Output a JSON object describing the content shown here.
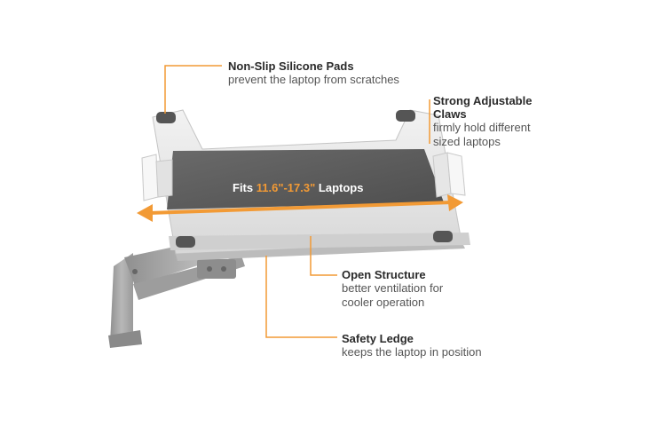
{
  "colors": {
    "accent": "#f29a35",
    "tray": "#e4e4e4",
    "pad": "#555555",
    "arm": "#a9a9a9"
  },
  "callouts": {
    "pads": {
      "title": "Non-Slip Silicone Pads",
      "desc": "prevent the laptop from scratches"
    },
    "claws": {
      "title_1": "Strong Adjustable",
      "title_2": "Claws",
      "desc_1": "firmly hold different",
      "desc_2": "sized laptops"
    },
    "structure": {
      "title": "Open Structure",
      "desc_1": "better ventilation for",
      "desc_2": "cooler operation"
    },
    "ledge": {
      "title": "Safety Ledge",
      "desc": "keeps the laptop in position"
    }
  },
  "fit": {
    "prefix": "Fits ",
    "range": "11.6\"-17.3\"",
    "suffix": " Laptops"
  }
}
